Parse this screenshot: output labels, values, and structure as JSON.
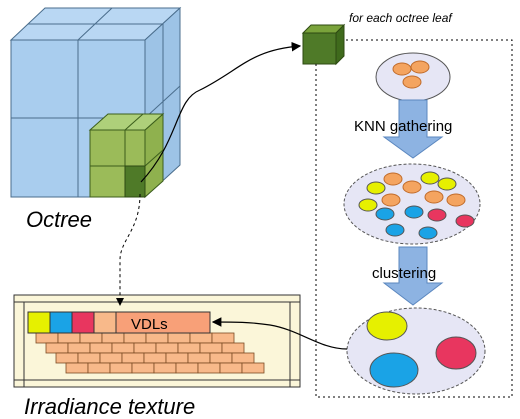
{
  "labels": {
    "octree": "Octree",
    "irradiance_texture": "Irradiance texture",
    "for_each_leaf": "for each octree leaf",
    "knn_gathering": "KNN gathering",
    "clustering": "clustering",
    "vdls": "VDLs"
  },
  "colors": {
    "cube_blue": "#9dc3e6",
    "cube_blue_dark": "#6fa8dc",
    "cube_green": "#9bbb59",
    "cube_green_dark": "#4f7a28",
    "arrow_blue": "#8db3e2",
    "ellipse_fill": "#e6e6f5",
    "orange": "#f4a460",
    "yellow": "#e6f000",
    "cyan": "#1aa3e6",
    "magenta": "#e8365f",
    "texture_bg": "#fbf6d9",
    "brick": "#f8b98a"
  }
}
